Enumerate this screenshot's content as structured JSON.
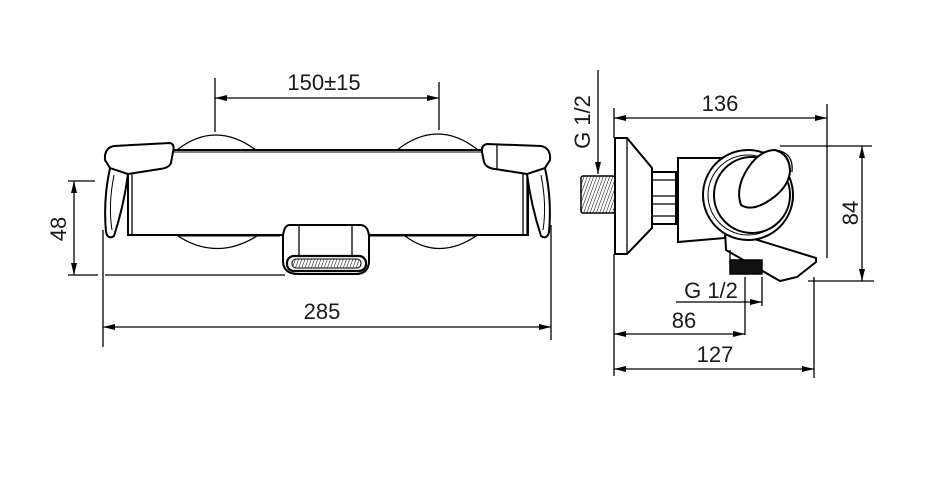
{
  "drawing": {
    "subject": "thermostatic bath mixer technical drawing",
    "line_color": "#000000",
    "background": "#ffffff"
  },
  "front_view": {
    "dimensions": {
      "inlet_spacing": "150±15",
      "overall_width": "285",
      "height": "48"
    }
  },
  "side_view": {
    "dimensions": {
      "depth_top": "136",
      "body_height": "84",
      "outlet_offset": "86",
      "depth_bottom": "127"
    },
    "thread_labels": {
      "inlet": "G 1/2",
      "outlet": "G 1/2"
    }
  }
}
